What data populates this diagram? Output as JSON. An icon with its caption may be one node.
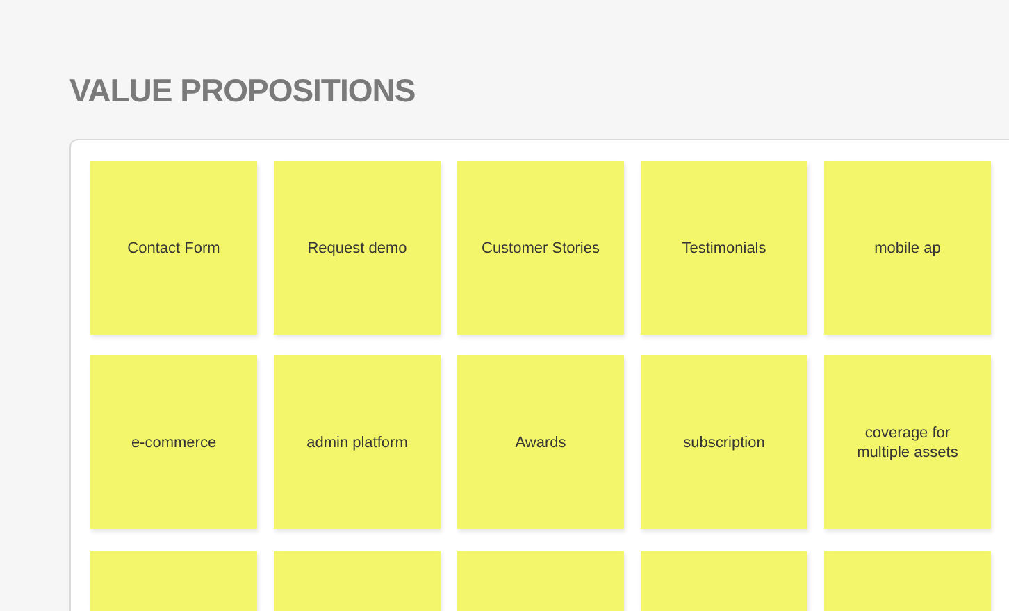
{
  "diagram": {
    "nodes": [
      {
        "text": [
          "VALUE PROPOSITIONS"
        ]
      },
      {
        "text": [
          "Contact Form"
        ],
        "in": 0
      },
      {
        "text": [
          "Request demo"
        ],
        "in": 0
      },
      {
        "text": [
          "Customer Stories"
        ],
        "in": 0
      },
      {
        "text": [
          "Testimonials"
        ],
        "in": 0
      },
      {
        "text": [
          "mobile ap"
        ],
        "in": 0
      },
      {
        "text": [
          "e-commerce"
        ],
        "in": 0
      },
      {
        "text": [
          "admin platform"
        ],
        "in": 0
      },
      {
        "text": [
          "Awards"
        ],
        "in": 0
      },
      {
        "text": [
          "subscription"
        ],
        "in": 0
      },
      {
        "text": [
          "coverage for multiple assets"
        ],
        "in": 0
      },
      {
        "text": [],
        "shape": "box",
        "in": 0
      },
      {
        "text": [],
        "shape": "box",
        "in": 0
      },
      {
        "text": [],
        "shape": "box",
        "in": 0
      },
      {
        "text": [],
        "shape": "box",
        "in": 0
      },
      {
        "text": [],
        "shape": "box",
        "in": 0
      }
    ]
  }
}
